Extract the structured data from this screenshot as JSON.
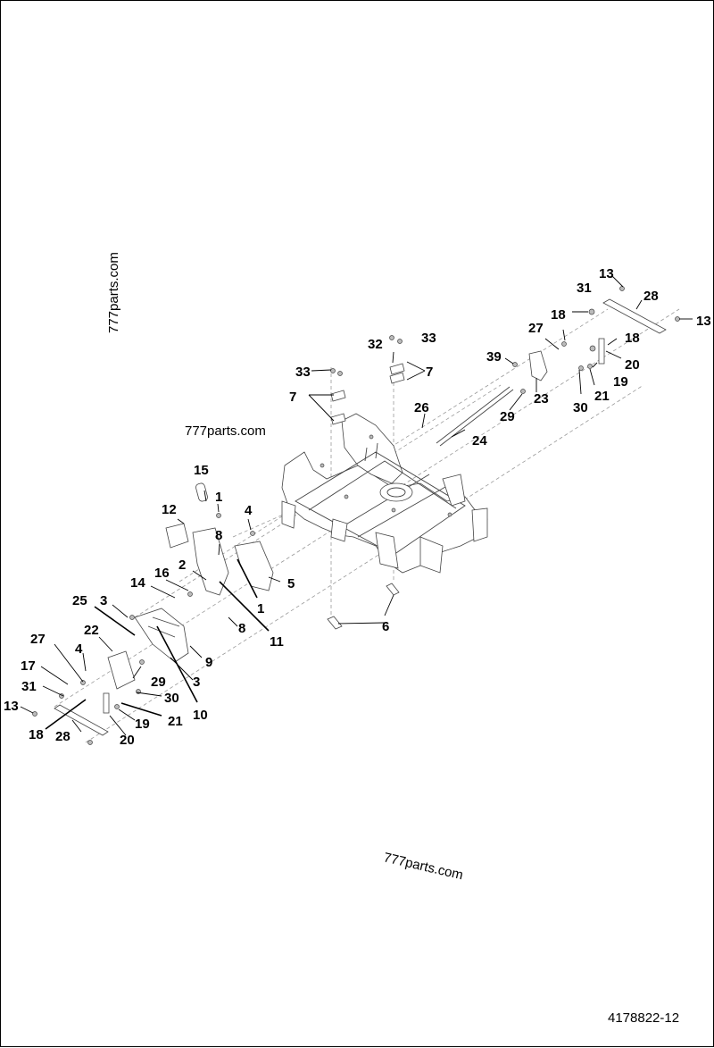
{
  "watermarks": [
    "777parts.com",
    "777parts.com",
    "777parts.com"
  ],
  "document_number": "4178822-12",
  "callouts": {
    "c13a": "13",
    "c28a": "28",
    "c13b": "13",
    "c31a": "31",
    "c18a": "18",
    "c27a": "27",
    "c18b": "18",
    "c20a": "20",
    "c19a": "19",
    "c21a": "21",
    "c30a": "30",
    "c39": "39",
    "c23": "23",
    "c29a": "29",
    "c32": "32",
    "c33a": "33",
    "c7a": "7",
    "c33b": "33",
    "c7b": "7",
    "c26": "26",
    "c24": "24",
    "c15": "15",
    "c1a": "1",
    "c12": "12",
    "c4a": "4",
    "c8a": "8",
    "c2": "2",
    "c16": "16",
    "c14": "14",
    "c5": "5",
    "c1b": "1",
    "c25": "25",
    "c3a": "3",
    "c8b": "8",
    "c11": "11",
    "c6": "6",
    "c22": "22",
    "c27b": "27",
    "c4b": "4",
    "c17": "17",
    "c9": "9",
    "c3b": "3",
    "c29b": "29",
    "c31b": "31",
    "c30b": "30",
    "c13c": "13",
    "c10": "10",
    "c21b": "21",
    "c19b": "19",
    "c18c": "18",
    "c28b": "28",
    "c20b": "20"
  }
}
